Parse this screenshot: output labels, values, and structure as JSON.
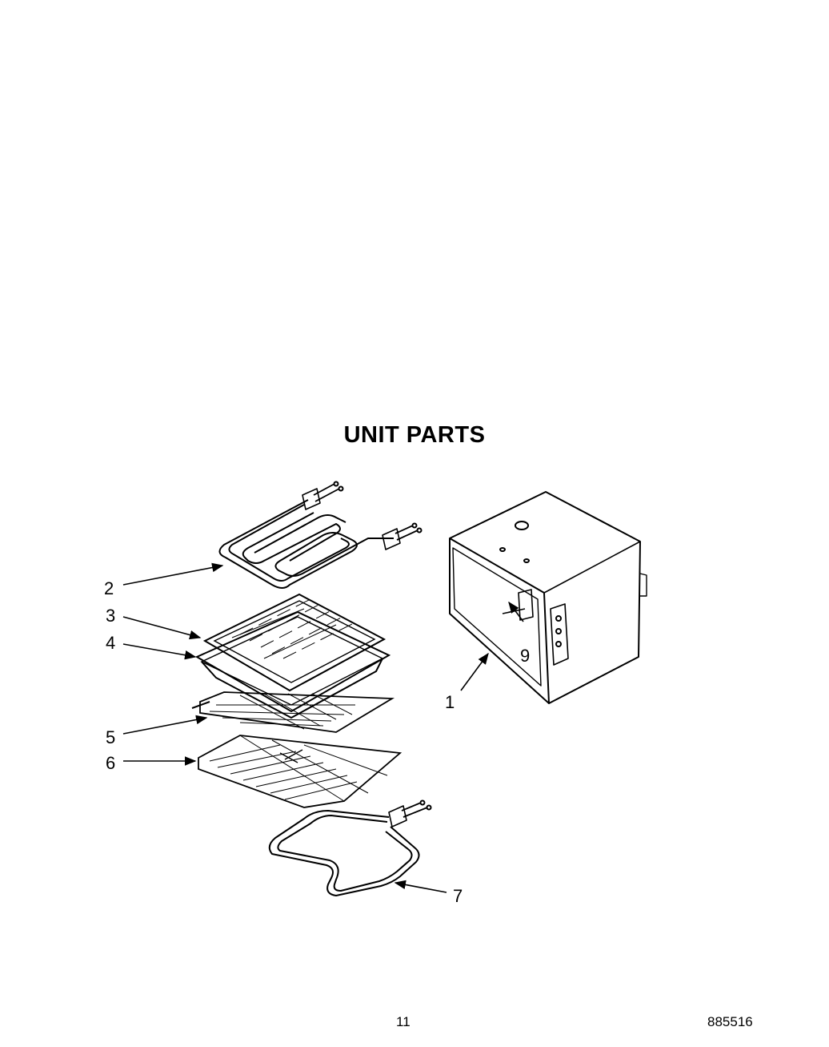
{
  "title": "UNIT PARTS",
  "callouts": {
    "c1": "1",
    "c2": "2",
    "c3": "3",
    "c4": "4",
    "c5": "5",
    "c6": "6",
    "c7": "7",
    "c9": "9"
  },
  "footer": {
    "page_number": "11",
    "doc_number": "885516"
  }
}
